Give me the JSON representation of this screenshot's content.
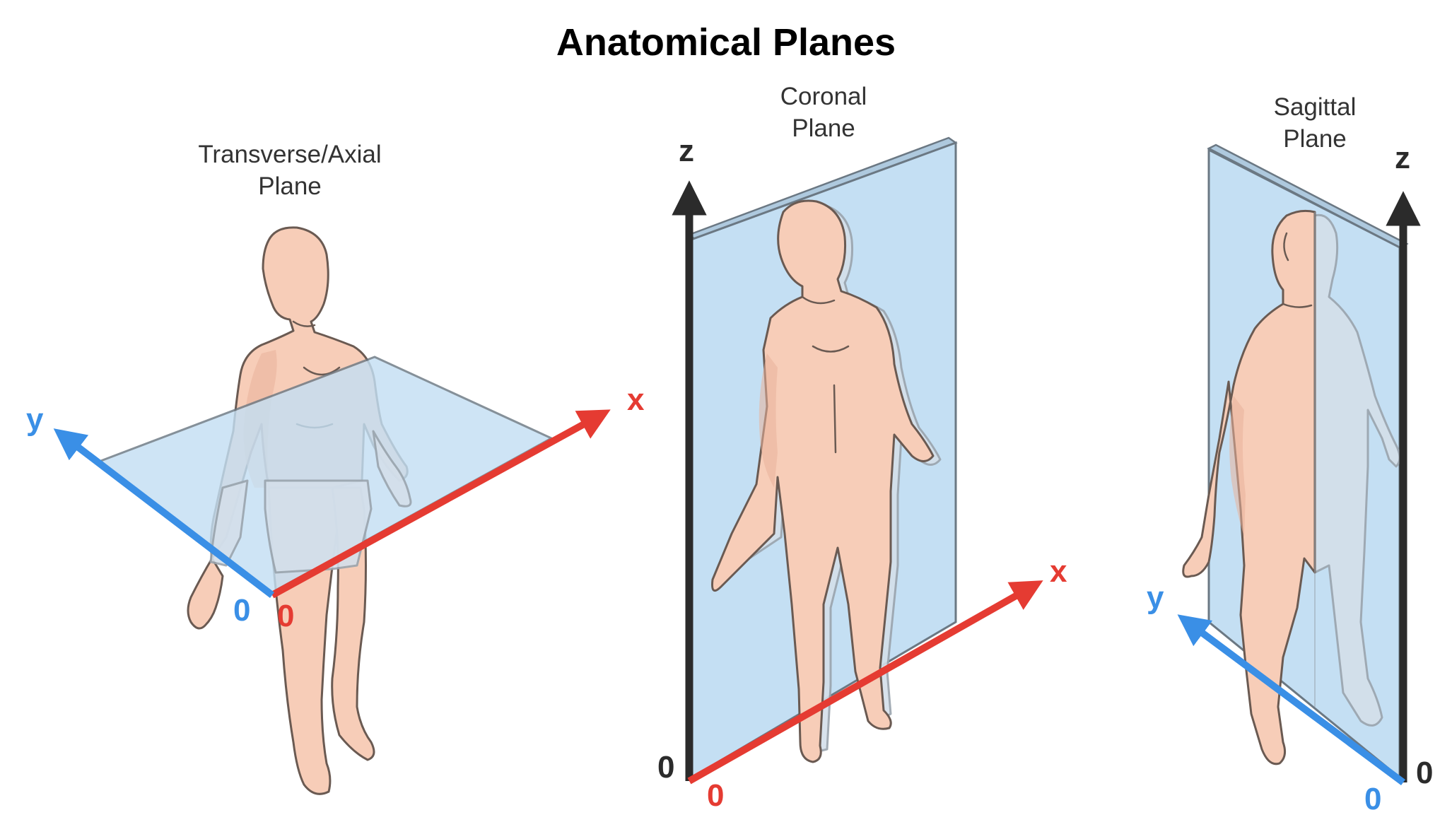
{
  "title": "Anatomical Planes",
  "colors": {
    "x_axis": "#e53b32",
    "y_axis": "#3a8fe6",
    "z_axis": "#2b2b2b",
    "plane": "#c4dff3",
    "skin": "#f7cdb8"
  },
  "panels": {
    "transverse": {
      "label_line1": "Transverse/Axial",
      "label_line2": "Plane",
      "axes": {
        "x": "x",
        "y": "y",
        "origin_x": "0",
        "origin_y": "0"
      }
    },
    "coronal": {
      "label_line1": "Coronal",
      "label_line2": "Plane",
      "axes": {
        "x": "x",
        "z": "z",
        "origin_x": "0",
        "origin_z": "0"
      }
    },
    "sagittal": {
      "label_line1": "Sagittal",
      "label_line2": "Plane",
      "axes": {
        "y": "y",
        "z": "z",
        "origin_y": "0",
        "origin_z": "0"
      }
    }
  }
}
